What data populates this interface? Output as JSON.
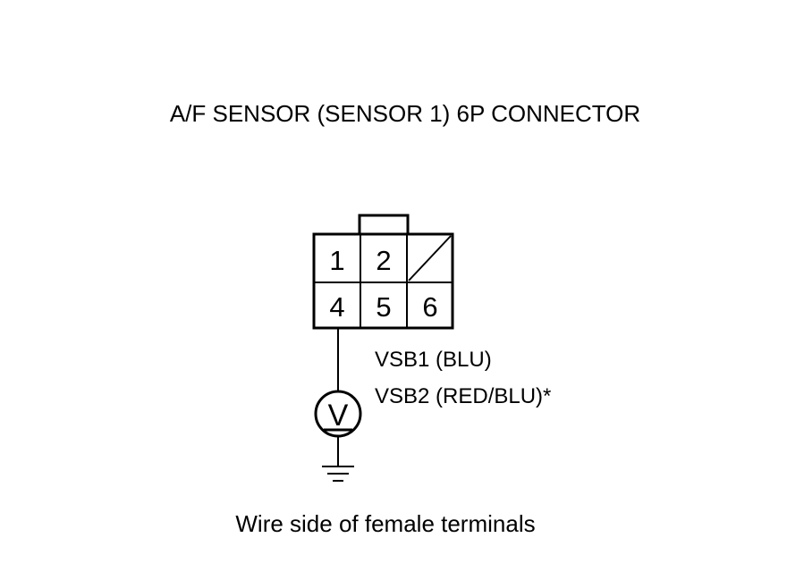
{
  "title": "A/F SENSOR (SENSOR 1) 6P CONNECTOR",
  "connector": {
    "pins": {
      "p1": "1",
      "p2": "2",
      "p4": "4",
      "p5": "5",
      "p6": "6"
    }
  },
  "wire_labels": {
    "line1": "VSB1 (BLU)",
    "line2": "VSB2 (RED/BLU)*"
  },
  "meter": {
    "symbol": "V",
    "icon": "voltmeter-icon"
  },
  "ground": {
    "icon": "ground-icon"
  },
  "caption": "Wire side of female terminals"
}
